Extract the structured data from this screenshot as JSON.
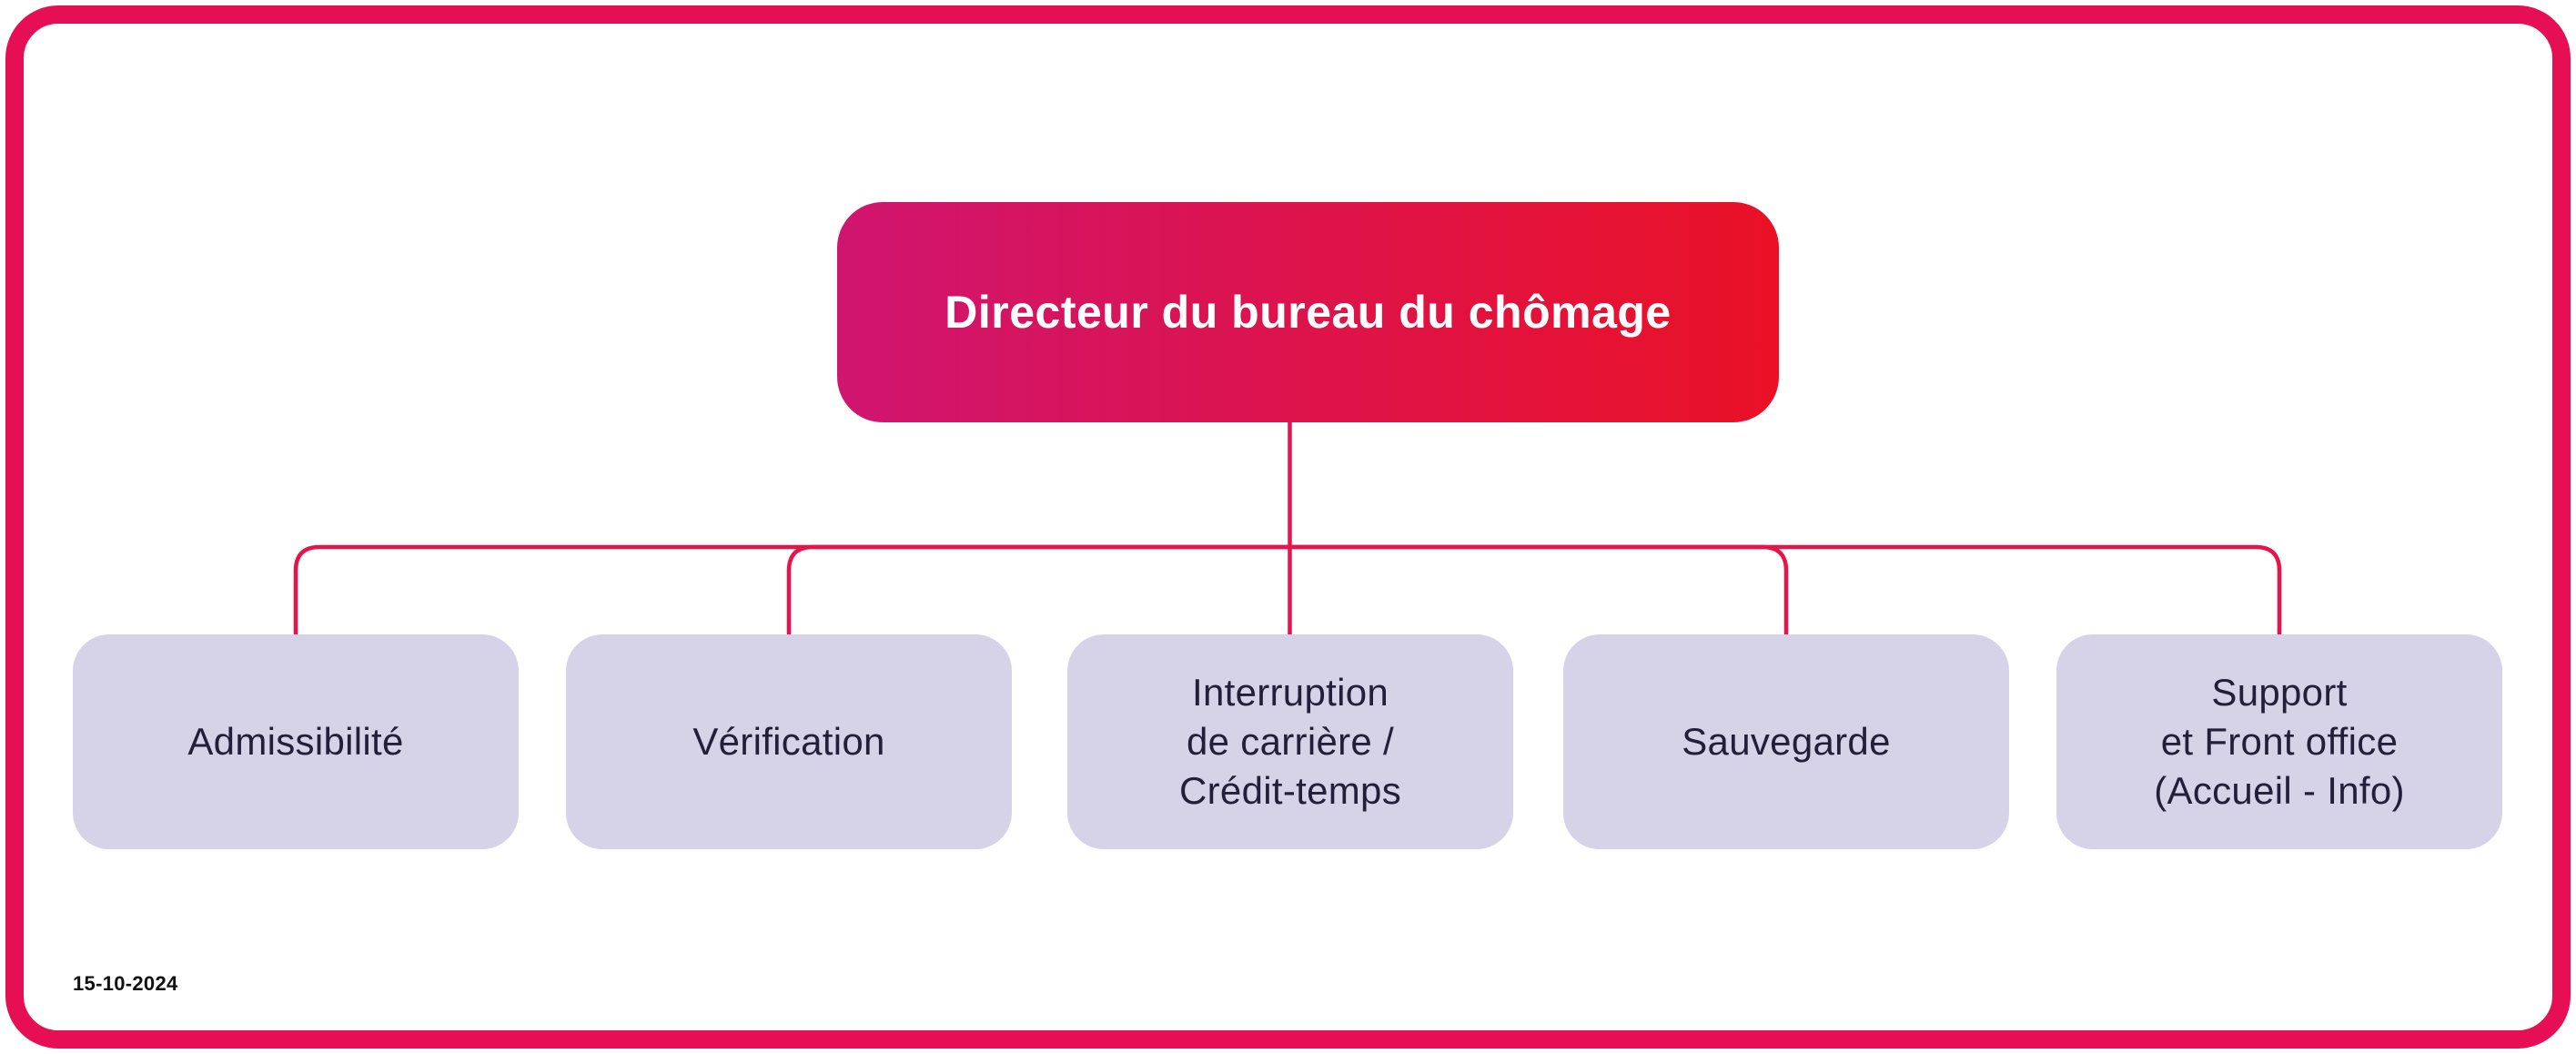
{
  "org": {
    "root_label": "Directeur du bureau du chômage",
    "children": [
      {
        "label": "Admissibilité"
      },
      {
        "label": "Vérification"
      },
      {
        "label": "Interruption\nde carrière /\nCrédit-temps"
      },
      {
        "label": "Sauvegarde"
      },
      {
        "label": "Support\net Front office\n(Accueil - Info)"
      }
    ]
  },
  "footer": {
    "date": "15-10-2024"
  },
  "colors": {
    "frame_border": "#e60f55",
    "connector": "#e8134b",
    "root_gradient_start": "#d01570",
    "root_gradient_end": "#ea1126",
    "root_text": "#ffffff",
    "child_fill": "#d6d3e8",
    "child_text": "#231f3a"
  }
}
